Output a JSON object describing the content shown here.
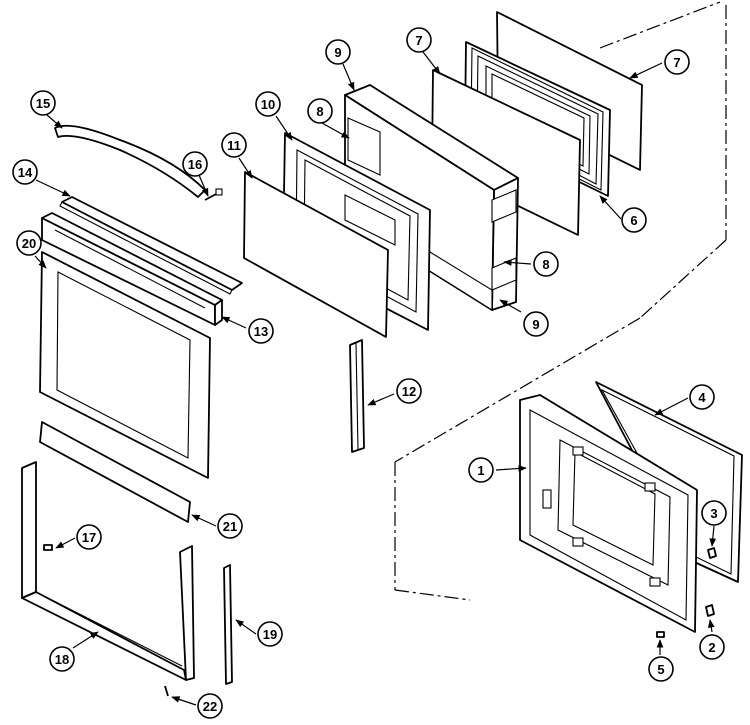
{
  "callouts": [
    {
      "id": "c1",
      "label": "1"
    },
    {
      "id": "c2",
      "label": "2"
    },
    {
      "id": "c3",
      "label": "3"
    },
    {
      "id": "c4",
      "label": "4"
    },
    {
      "id": "c5",
      "label": "5"
    },
    {
      "id": "c6",
      "label": "6"
    },
    {
      "id": "c7a",
      "label": "7"
    },
    {
      "id": "c7b",
      "label": "7"
    },
    {
      "id": "c8a",
      "label": "8"
    },
    {
      "id": "c8b",
      "label": "8"
    },
    {
      "id": "c9a",
      "label": "9"
    },
    {
      "id": "c9b",
      "label": "9"
    },
    {
      "id": "c10",
      "label": "10"
    },
    {
      "id": "c11",
      "label": "11"
    },
    {
      "id": "c12",
      "label": "12"
    },
    {
      "id": "c13",
      "label": "13"
    },
    {
      "id": "c14",
      "label": "14"
    },
    {
      "id": "c15",
      "label": "15"
    },
    {
      "id": "c16",
      "label": "16"
    },
    {
      "id": "c17",
      "label": "17"
    },
    {
      "id": "c18",
      "label": "18"
    },
    {
      "id": "c19",
      "label": "19"
    },
    {
      "id": "c20",
      "label": "20"
    },
    {
      "id": "c21",
      "label": "21"
    },
    {
      "id": "c22",
      "label": "22"
    }
  ]
}
